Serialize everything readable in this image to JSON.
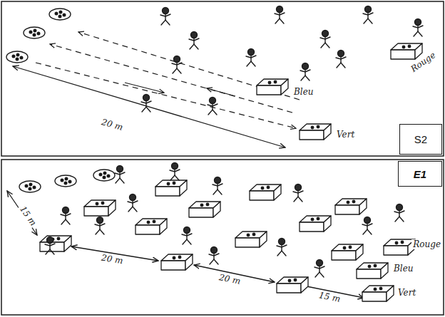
{
  "diagram": {
    "nodes": [
      {
        "text": [
          "S2"
        ]
      },
      {
        "text": [
          "E1"
        ]
      }
    ],
    "labels": [
      "20 m",
      "Vert",
      "Bleu",
      "Rouge",
      "15 m",
      "20 m",
      "20 m",
      "15 m",
      "Rouge",
      "Bleu",
      "Vert"
    ]
  }
}
